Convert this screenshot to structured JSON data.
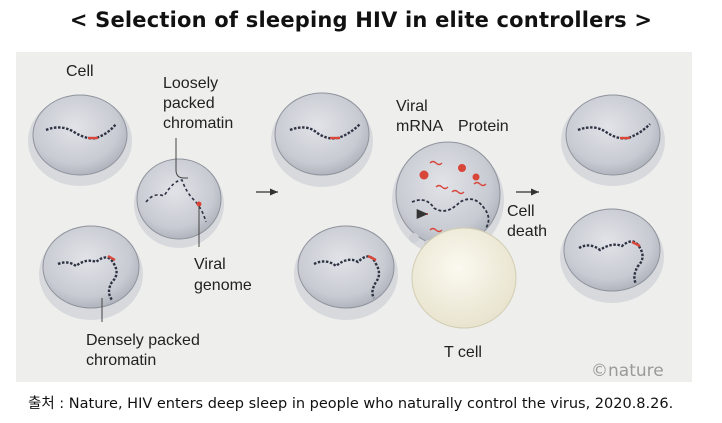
{
  "title": "< Selection of sleeping HIV in elite controllers >",
  "labels": {
    "cell": "Cell",
    "loosely_line1": "Loosely",
    "loosely_line2": "packed",
    "loosely_line3": "chromatin",
    "viral_genome_line1": "Viral",
    "viral_genome_line2": "genome",
    "densely_line1": "Densely packed",
    "densely_line2": "chromatin",
    "viral_mrna_line1": "Viral",
    "viral_mrna_line2": "mRNA",
    "protein": "Protein",
    "t_cell": "T cell",
    "cell_death_line1": "Cell",
    "cell_death_line2": "death"
  },
  "watermark": "©nature",
  "caption": "출처 : Nature, HIV enters deep sleep in people who naturally control the virus, 2020.8.26.",
  "colors": {
    "panel_bg": "#eeeeec",
    "cell_fill": "#c3c6cc",
    "nucleus_fill": "#dfe1e5",
    "t_cell_fill": "#f4f1e4",
    "chromatin": "#2d3342",
    "viral": "#d8463a"
  }
}
